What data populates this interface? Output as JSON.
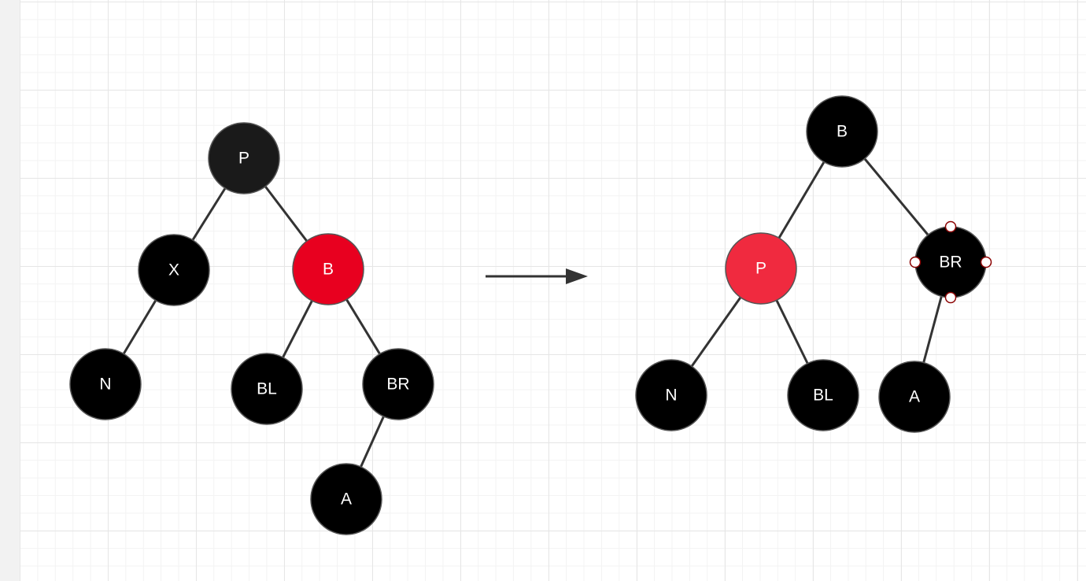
{
  "colors": {
    "black_node": "#000000",
    "root_node": "#1a1a1a",
    "red_node": "#e8001f",
    "light_red_node": "#f02a3f",
    "edge": "#333333",
    "handle_stroke": "#8b0000"
  },
  "before": {
    "nodes": [
      {
        "id": "P",
        "label": "P",
        "color": "#1a1a1a"
      },
      {
        "id": "X",
        "label": "X",
        "color": "#000000"
      },
      {
        "id": "B",
        "label": "B",
        "color": "#e8001f"
      },
      {
        "id": "N",
        "label": "N",
        "color": "#000000"
      },
      {
        "id": "BL",
        "label": "BL",
        "color": "#000000"
      },
      {
        "id": "BR",
        "label": "BR",
        "color": "#000000"
      },
      {
        "id": "A",
        "label": "A",
        "color": "#000000"
      }
    ],
    "edges": [
      [
        "P",
        "X"
      ],
      [
        "P",
        "B"
      ],
      [
        "X",
        "N"
      ],
      [
        "B",
        "BL"
      ],
      [
        "B",
        "BR"
      ],
      [
        "BR",
        "A"
      ]
    ]
  },
  "after": {
    "nodes": [
      {
        "id": "B",
        "label": "B",
        "color": "#000000"
      },
      {
        "id": "P",
        "label": "P",
        "color": "#f02a3f"
      },
      {
        "id": "BR",
        "label": "BR",
        "color": "#000000",
        "selected": true
      },
      {
        "id": "N",
        "label": "N",
        "color": "#000000"
      },
      {
        "id": "BL",
        "label": "BL",
        "color": "#000000"
      },
      {
        "id": "A",
        "label": "A",
        "color": "#000000"
      }
    ],
    "edges": [
      [
        "B",
        "P"
      ],
      [
        "B",
        "BR"
      ],
      [
        "P",
        "N"
      ],
      [
        "P",
        "BL"
      ],
      [
        "BR",
        "A"
      ]
    ]
  },
  "transform_arrow": "right-arrow-icon"
}
